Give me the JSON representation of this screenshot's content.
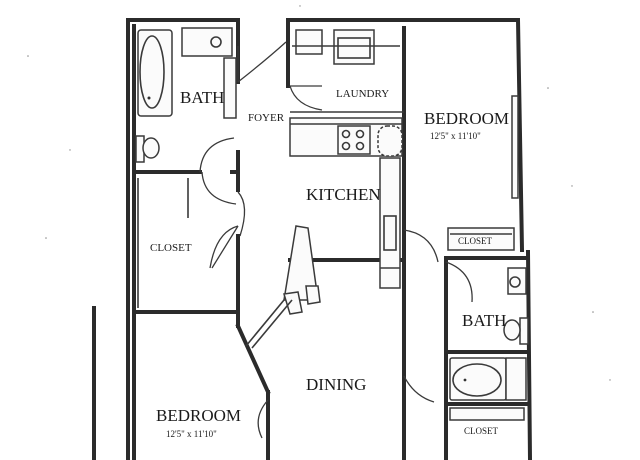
{
  "rooms": {
    "bath_top": "BATH",
    "foyer": "FOYER",
    "laundry": "LAUNDRY",
    "bedroom_right": "BEDROOM",
    "bedroom_right_dims": "12'5\" x 11'10\"",
    "kitchen": "KITCHEN",
    "closet_left": "CLOSET",
    "closet_right_top": "CLOSET",
    "bath_right": "BATH",
    "dining": "DINING",
    "bedroom_bottom": "BEDROOM",
    "bedroom_bottom_dims": "12'5\" x 11'10\"",
    "closet_right_bottom": "CLOSET"
  }
}
